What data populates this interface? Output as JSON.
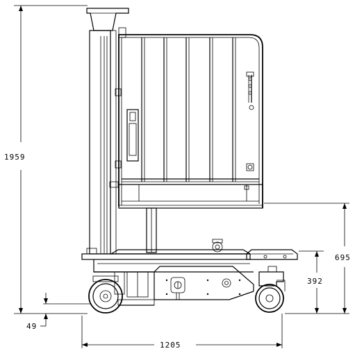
{
  "dimensions": {
    "overall_height": "1959",
    "platform_height": "695",
    "deck_height": "392",
    "ground_clearance": "49",
    "overall_length": "1205"
  }
}
